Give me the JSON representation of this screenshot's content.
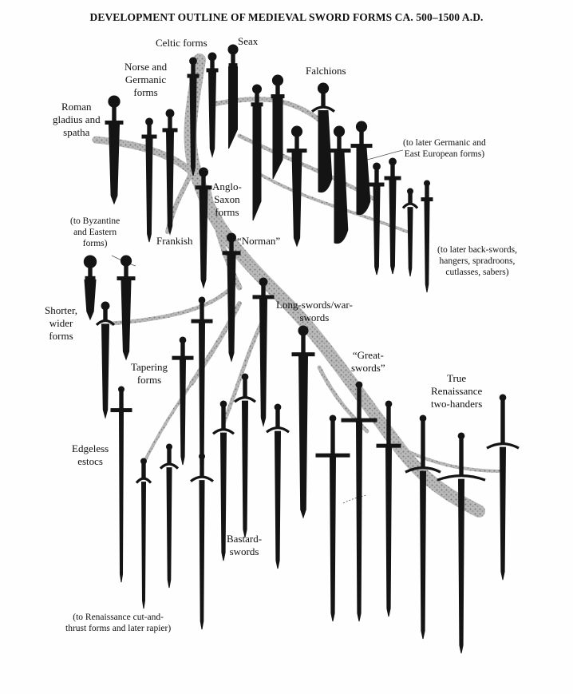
{
  "title": "DEVELOPMENT OUTLINE OF MEDIEVAL SWORD FORMS CA. 500–1500 A.D.",
  "labels": {
    "celtic": "Celtic forms",
    "seax": "Seax",
    "norse": [
      "Norse and",
      "Germanic",
      "forms"
    ],
    "falchions": "Falchions",
    "roman": [
      "Roman",
      "gladius and",
      "spatha"
    ],
    "later_germanic": [
      "(to later Germanic and",
      "East European forms)"
    ],
    "anglo_saxon": [
      "Anglo-",
      "Saxon",
      "forms"
    ],
    "byzantine": [
      "(to Byzantine",
      "and Eastern",
      "forms)"
    ],
    "frankish": "Frankish",
    "norman": "“Norman”",
    "back_swords": [
      "(to later back-swords,",
      "hangers, spradroons,",
      "cutlasses, sabers)"
    ],
    "long_swords": [
      "Long-swords/war-",
      "swords"
    ],
    "shorter": [
      "Shorter,",
      "wider",
      "forms"
    ],
    "great_swords": [
      "“Great-",
      "swords”"
    ],
    "tapering": [
      "Tapering",
      "forms"
    ],
    "true_renaissance": [
      "True",
      "Renaissance",
      "two-handers"
    ],
    "edgeless": [
      "Edgeless",
      "estocs"
    ],
    "bastard": [
      "Bastard-",
      "swords"
    ],
    "renaissance_cut": [
      "(to Renaissance cut-and-",
      "thrust forms and later rapier)"
    ]
  },
  "colors": {
    "ink": "#141414",
    "tree": "#9a9a9a"
  }
}
